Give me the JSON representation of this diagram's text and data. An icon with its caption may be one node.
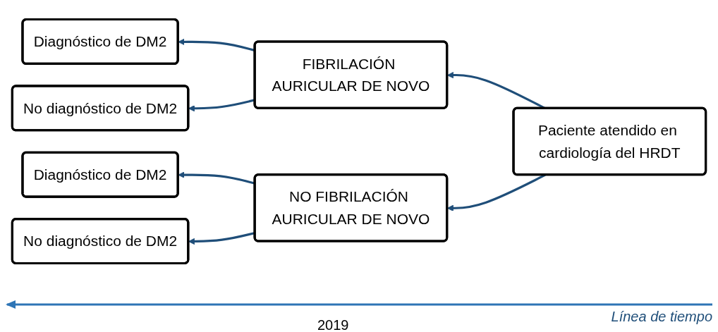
{
  "diagram": {
    "nodes": [
      {
        "text": [
          "Diagnóstico de DM2"
        ]
      },
      {
        "text": [
          "FIBRILACIÓN AURICULAR DE NOVO"
        ]
      },
      {
        "text": [
          "No diagnóstico de DM2"
        ]
      },
      {
        "text": [
          "Paciente atendido en cardiología del HRDT"
        ]
      },
      {
        "text": [
          "Diagnóstico de DM2"
        ]
      },
      {
        "text": [
          "NO FIBRILACIÓN AURICULAR DE NOVO"
        ]
      },
      {
        "text": [
          "No diagnóstico de DM2"
        ]
      }
    ],
    "edges": [
      {
        "from": 3,
        "to": 1,
        "arrow": "to"
      },
      {
        "from": 3,
        "to": 5,
        "arrow": "to"
      },
      {
        "from": 1,
        "to": 0,
        "arrow": "to"
      },
      {
        "from": 1,
        "to": 2,
        "arrow": "to"
      },
      {
        "from": 5,
        "to": 4,
        "arrow": "to"
      },
      {
        "from": 5,
        "to": 6,
        "arrow": "to"
      }
    ],
    "labels": [
      "Línea de tiempo",
      "2019"
    ]
  }
}
